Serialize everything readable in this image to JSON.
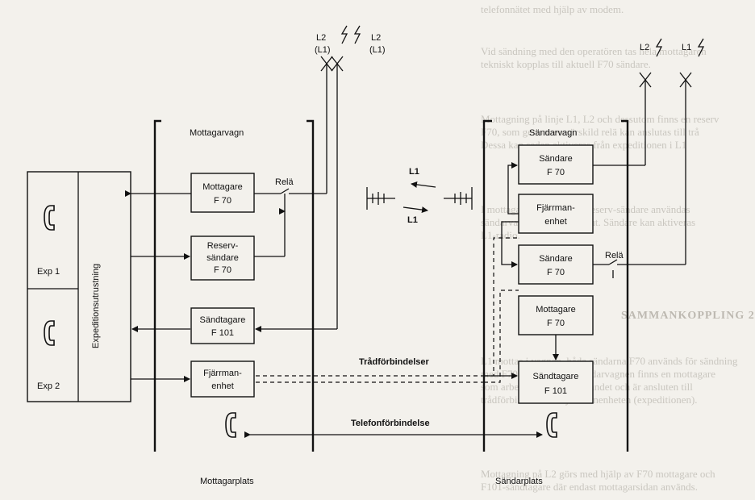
{
  "labels": {
    "mottagarvagn": "Mottagarvagn",
    "sandarvagn": "Sändarvagn",
    "mottagarplats": "Mottagarplats",
    "sandarplats": "Sändarplats",
    "trad": "Trådförbindelser",
    "telefon": "Telefonförbindelse",
    "rela_left": "Relä",
    "rela_right": "Relä",
    "exp1": "Exp 1",
    "exp2": "Exp 2",
    "expedition": "Expeditionsutrustning",
    "ant_left_a": "L2",
    "ant_left_a2": "(L1)",
    "ant_left_b": "L2",
    "ant_left_b2": "(L1)",
    "ant_right_a": "L2",
    "ant_right_b": "L1",
    "link_l1_top": "L1",
    "link_l1_bottom": "L1"
  },
  "boxes": {
    "mottagare_left": [
      "Mottagare",
      "F 70"
    ],
    "reserv": [
      "Reserv-",
      "sändare",
      "F 70"
    ],
    "sandtagare_left": [
      "Sändtagare",
      "F 101"
    ],
    "fjarr_left": [
      "Fjärrman-",
      "enhet"
    ],
    "sandare_top": [
      "Sändare",
      "F 70"
    ],
    "fjarr_right": [
      "Fjärrman-",
      "enhet"
    ],
    "sandare_mid": [
      "Sändare",
      "F 70"
    ],
    "mottagare_right": [
      "Mottagare",
      "F 70"
    ],
    "sandtagare_right": [
      "Sändtagare",
      "F 101"
    ]
  },
  "background_text": [
    "telefonnätet med hjälp av modem.",
    "Vid sändning med den operatören tas hela mottagaren",
    "tekniskt kopplas till aktuell F70 sändare.",
    "Mottagning på linje L1, L2 och dessutom finns en reserv",
    "F70, som genom en särskild relä kan anslutas till trå",
    "Dessa kan sedan aktiveras från expeditionen i L1",
    "I mottagarvagnen kan en reserv-sändare användas",
    "sändarvagnen skulle falla ut. Sändare kan aktiveras",
    "L1-radio.",
    "SAMMANKOPPLING 2",
    "L1 mottas i vagnen, båda sändarna F70 används för sändning",
    "med F70 på L2 (L1). I sändarvagnen finns en mottagare",
    "som arbetar på 100 kHz-bandet och är ansluten till",
    "trådförbindelse via fjärrmanenheten (expeditionen).",
    "Mottagning på L2 görs med hjälp av F70 mottagare och",
    "F101-sändtagare där endast mottagarsidan används."
  ]
}
